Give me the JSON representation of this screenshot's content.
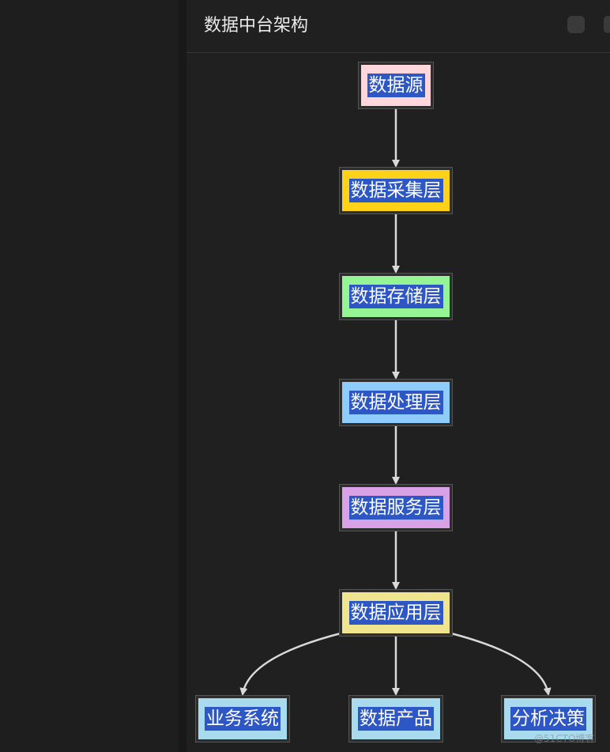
{
  "window": {
    "title": "数据中台架构"
  },
  "diagram": {
    "nodes": [
      {
        "id": "source",
        "label": "数据源",
        "color": "#ffd6dc"
      },
      {
        "id": "collect",
        "label": "数据采集层",
        "color": "#ffd21a"
      },
      {
        "id": "storage",
        "label": "数据存储层",
        "color": "#95f595"
      },
      {
        "id": "process",
        "label": "数据处理层",
        "color": "#8ecdfb"
      },
      {
        "id": "service",
        "label": "数据服务层",
        "color": "#d9a1e6"
      },
      {
        "id": "application",
        "label": "数据应用层",
        "color": "#f0e58e"
      },
      {
        "id": "biz",
        "label": "业务系统",
        "color": "#a9dbef"
      },
      {
        "id": "product",
        "label": "数据产品",
        "color": "#a9dbef"
      },
      {
        "id": "analysis",
        "label": "分析决策",
        "color": "#a9dbef"
      }
    ],
    "edges": [
      {
        "from": "source",
        "to": "collect"
      },
      {
        "from": "collect",
        "to": "storage"
      },
      {
        "from": "storage",
        "to": "process"
      },
      {
        "from": "process",
        "to": "service"
      },
      {
        "from": "service",
        "to": "application"
      },
      {
        "from": "application",
        "to": "biz"
      },
      {
        "from": "application",
        "to": "product"
      },
      {
        "from": "application",
        "to": "analysis"
      }
    ],
    "edge_color": "#d9d9d9"
  },
  "watermark": {
    "text": "@51CTO博客"
  }
}
